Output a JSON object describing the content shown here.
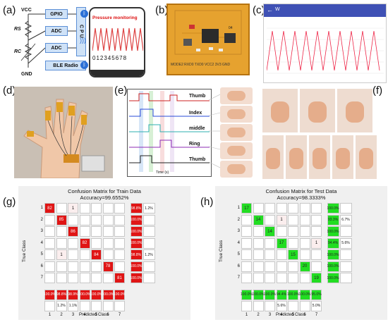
{
  "panels": {
    "a": "(a)",
    "b": "(b)",
    "c": "(c)",
    "d": "(d)",
    "e": "(e)",
    "f": "(f)",
    "g": "(g)",
    "h": "(h)"
  },
  "circuit": {
    "vcc": "VCC",
    "gnd": "GND",
    "rs": "RS",
    "rc": "RC",
    "gpio": "GPIO",
    "adc1": "ADC",
    "adc2": "ADC",
    "cpu": "CPU",
    "ble": "BLE Radio",
    "app_title": "Pressure monitoring",
    "digits": "012345678"
  },
  "board": {
    "silk": "MODE2  RXD0 TXD0  VCC2 3V3  GND",
    "chip": "04"
  },
  "phone_shot": {
    "header": "W"
  },
  "timeline": {
    "labels": [
      "Thumb",
      "Index",
      "middle",
      "Ring",
      "Thumb"
    ],
    "xlabel": "Time (s)"
  },
  "matrices": {
    "train": {
      "title": "Confusion Matrix for Train Data",
      "accuracy": "Accuracy=99.6552%",
      "ylabel": "True Class",
      "xlabel": "Predicted Class",
      "classes": [
        "1",
        "2",
        "3",
        "4",
        "5",
        "6",
        "7"
      ],
      "diag": [
        "82",
        "85",
        "86",
        "82",
        "84",
        "78",
        "81"
      ],
      "off": [
        {
          "r": 0,
          "c": 2,
          "v": "1"
        },
        {
          "r": 4,
          "c": 1,
          "v": "1"
        }
      ],
      "row_pct": [
        "98.8%",
        "100.0%",
        "100.0%",
        "100.0%",
        "98.8%",
        "100.0%",
        "100.0%"
      ],
      "row_err": [
        "1.2%",
        "",
        "",
        "",
        "1.2%",
        "",
        ""
      ],
      "col_pct": [
        "100.0%",
        "98.8%",
        "98.9%",
        "100.0%",
        "100.0%",
        "100.0%",
        "100.0%"
      ],
      "col_err": [
        "",
        "1.2%",
        "1.1%",
        "",
        "",
        "",
        ""
      ],
      "color": "#e01515"
    },
    "test": {
      "title": "Confusion Matrix for Test Data",
      "accuracy": "Accuracy=98.3333%",
      "ylabel": "True Class",
      "xlabel": "Predicted Class",
      "classes": [
        "1",
        "2",
        "3",
        "4",
        "5",
        "6",
        "7"
      ],
      "diag": [
        "17",
        "14",
        "14",
        "17",
        "15",
        "20",
        "19"
      ],
      "off": [
        {
          "r": 1,
          "c": 3,
          "v": "1"
        },
        {
          "r": 3,
          "c": 6,
          "v": "1"
        }
      ],
      "row_pct": [
        "100.0%",
        "93.3%",
        "100.0%",
        "94.4%",
        "100.0%",
        "100.0%",
        "100.0%"
      ],
      "row_err": [
        "",
        "6.7%",
        "",
        "5.6%",
        "",
        "",
        ""
      ],
      "col_pct": [
        "100.0%",
        "100.0%",
        "100.0%",
        "94.4%",
        "100.0%",
        "100.0%",
        "95.0%"
      ],
      "col_err": [
        "",
        "",
        "",
        "5.6%",
        "",
        "",
        "5.0%"
      ],
      "color": "#22dd22"
    }
  }
}
